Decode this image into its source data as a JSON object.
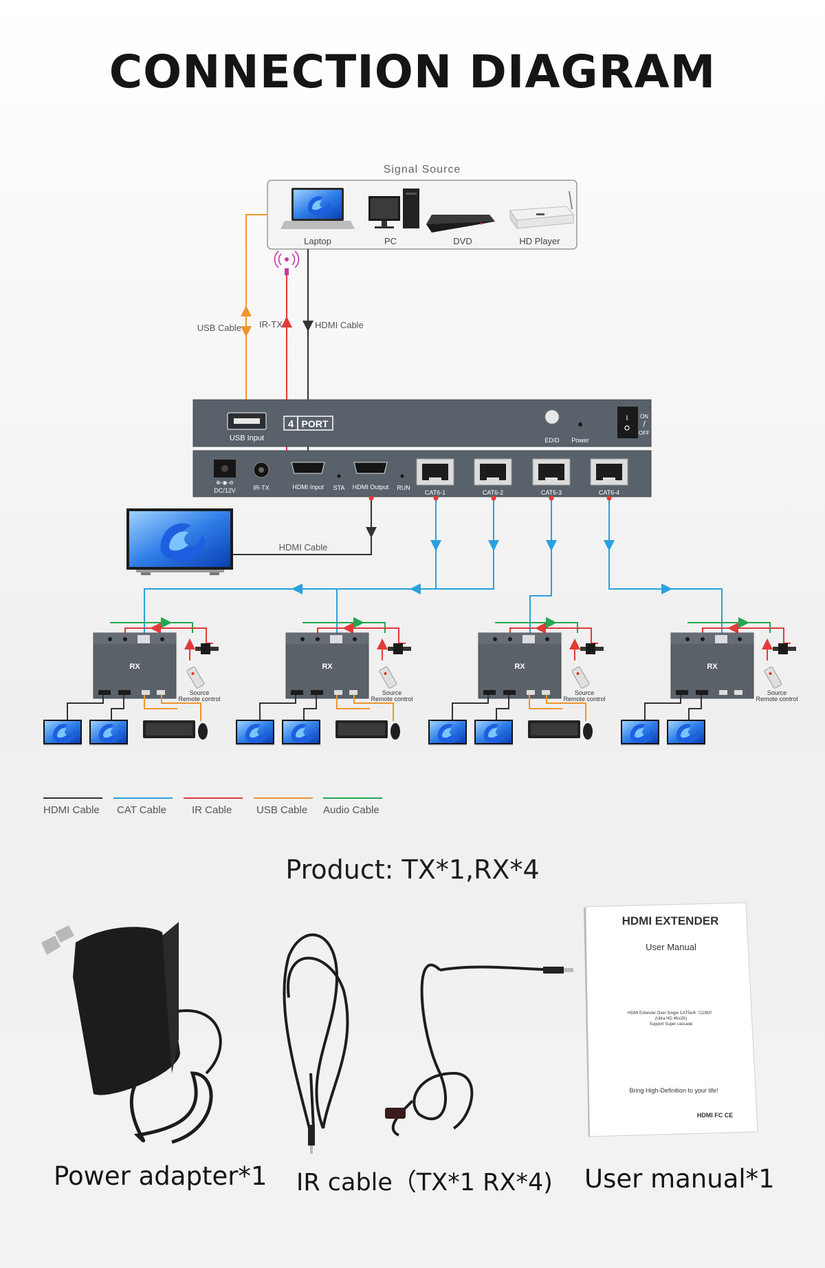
{
  "title": "CONNECTION DIAGRAM",
  "signal_source": {
    "label": "Signal Source",
    "devices": [
      "Laptop",
      "PC",
      "DVD",
      "HD Player"
    ]
  },
  "cable_labels": {
    "usb": "USB Cable",
    "ir_tx": "IR-TX",
    "hdmi": "HDMI  Cable",
    "hdmi_out": "HDMI  Cable"
  },
  "tx_unit": {
    "usb_input": "USB Input",
    "badge_number": "4",
    "badge_text": "PORT",
    "edid": "EDID",
    "power": "Power",
    "switch_on": "ON",
    "switch_slash": "/",
    "switch_off": "OFF",
    "ports": [
      "DC/12V",
      "IR-TX",
      "HDMI Input",
      "STA",
      "HDMI Output",
      "RUN"
    ],
    "cat_ports": [
      "CAT6-1",
      "CAT6-2",
      "CAT6-3",
      "CAT6-4"
    ]
  },
  "rx_unit": {
    "label": "RX",
    "source_remote_line1": "Source",
    "source_remote_line2": "Remote control"
  },
  "legend": [
    {
      "label": "HDMI Cable",
      "color": "#333333"
    },
    {
      "label": "CAT Cable",
      "color": "#2aa0dd"
    },
    {
      "label": "IR Cable",
      "color": "#e23a3a"
    },
    {
      "label": "USB Cable",
      "color": "#f0952e"
    },
    {
      "label": "Audio Cable",
      "color": "#21a84e"
    }
  ],
  "colors": {
    "hdmi": "#333333",
    "cat": "#2aa0dd",
    "ir": "#e23a3a",
    "usb": "#f0952e",
    "audio": "#21a84e",
    "device": "#555b61"
  },
  "product": {
    "heading": "Product: TX*1,RX*4",
    "items": [
      "Power adapter*1",
      "IR cable（TX*1 RX*4)",
      "User manual*1"
    ],
    "manual_cover": {
      "title": "HDMI EXTENDER",
      "subtitle": "User Manual",
      "desc_line1": "HDMI Extender Over Single CAT5e/6（120M）",
      "desc_line2": "(Ultra HD 4Kx2K)",
      "desc_line3": "Support Super cascade",
      "slogan": "Bring High-Definition to your life!",
      "logos": "HDMI  FC  CE"
    }
  }
}
